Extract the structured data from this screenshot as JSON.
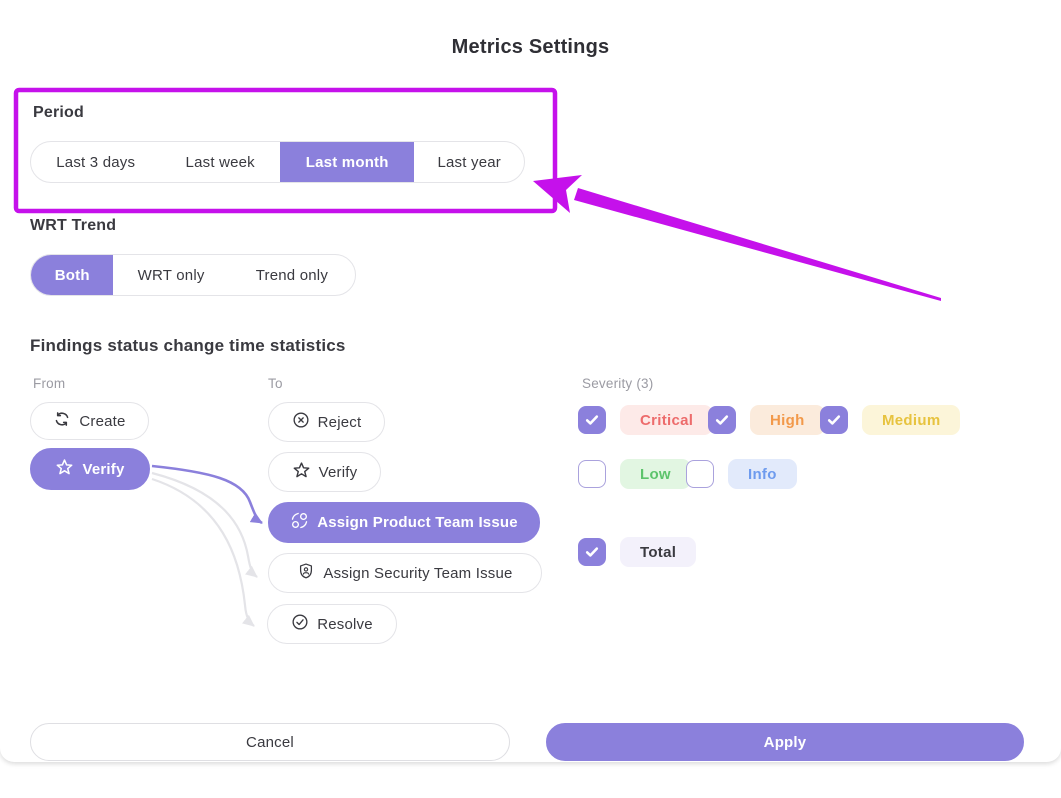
{
  "title": "Metrics Settings",
  "period": {
    "label": "Period",
    "options": [
      {
        "label": "Last 3 days",
        "selected": false
      },
      {
        "label": "Last week",
        "selected": false
      },
      {
        "label": "Last month",
        "selected": true
      },
      {
        "label": "Last year",
        "selected": false
      }
    ]
  },
  "wrt_trend": {
    "label": "WRT Trend",
    "options": [
      {
        "label": "Both",
        "selected": true
      },
      {
        "label": "WRT only",
        "selected": false
      },
      {
        "label": "Trend only",
        "selected": false
      }
    ]
  },
  "findings": {
    "heading": "Findings status change time statistics",
    "from": {
      "label": "From",
      "buttons": [
        {
          "label": "Create",
          "icon": "refresh-icon",
          "selected": false
        },
        {
          "label": "Verify",
          "icon": "star-icon",
          "selected": true
        }
      ]
    },
    "to": {
      "label": "To",
      "buttons": [
        {
          "label": "Reject",
          "icon": "circle-x-icon",
          "selected": false
        },
        {
          "label": "Verify",
          "icon": "star-icon",
          "selected": false
        },
        {
          "label": "Assign Product Team Issue",
          "icon": "sync-people-icon",
          "selected": true
        },
        {
          "label": "Assign Security Team Issue",
          "icon": "shield-person-icon",
          "selected": false
        },
        {
          "label": "Resolve",
          "icon": "circle-check-icon",
          "selected": false
        }
      ]
    },
    "connections": [
      {
        "from": "Verify",
        "to": "Assign Product Team Issue",
        "active": true
      },
      {
        "from": "Verify",
        "to": "Assign Security Team Issue",
        "active": false
      },
      {
        "from": "Verify",
        "to": "Resolve",
        "active": false
      }
    ]
  },
  "severity": {
    "label": "Severity (3)",
    "items": [
      {
        "label": "Critical",
        "checked": true,
        "bg": "#FDEAE8",
        "color": "#ED6C6C"
      },
      {
        "label": "High",
        "checked": true,
        "bg": "#FBEBDC",
        "color": "#F2994A"
      },
      {
        "label": "Medium",
        "checked": true,
        "bg": "#FCF5D9",
        "color": "#E7C33F"
      },
      {
        "label": "Low",
        "checked": false,
        "bg": "#E2F6E2",
        "color": "#5DC46C"
      },
      {
        "label": "Info",
        "checked": false,
        "bg": "#E2EAFB",
        "color": "#6E9BEE"
      }
    ]
  },
  "total": {
    "label": "Total",
    "checked": true
  },
  "footer": {
    "cancel_label": "Cancel",
    "apply_label": "Apply"
  },
  "colors": {
    "accent": "#8B80DC",
    "annotation": "#C511EB",
    "inactive_arrow": "#E4E4E8"
  }
}
